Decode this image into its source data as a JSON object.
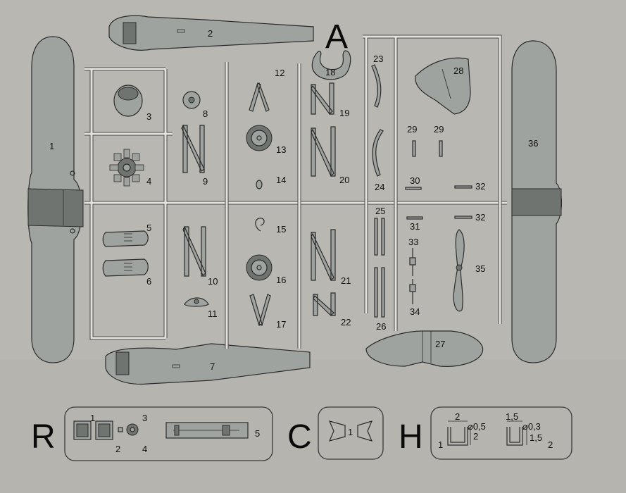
{
  "sheet_letter": "A",
  "parts": {
    "p1": "1",
    "p2": "2",
    "p3": "3",
    "p4": "4",
    "p5": "5",
    "p6": "6",
    "p7": "7",
    "p8": "8",
    "p9": "9",
    "p10": "10",
    "p11": "11",
    "p12": "12",
    "p13": "13",
    "p14": "14",
    "p15": "15",
    "p16": "16",
    "p17": "17",
    "p18": "18",
    "p19": "19",
    "p20": "20",
    "p21": "21",
    "p22": "22",
    "p23": "23",
    "p24": "24",
    "p25": "25",
    "p26": "26",
    "p27": "27",
    "p28": "28",
    "p29a": "29",
    "p29b": "29",
    "p30": "30",
    "p31": "31",
    "p32a": "32",
    "p32b": "32",
    "p33": "33",
    "p34": "34",
    "p35": "35",
    "p36": "36"
  },
  "box_r": {
    "letter": "R",
    "n1": "1",
    "n2": "2",
    "n3": "3",
    "n4": "4",
    "n5": "5"
  },
  "box_c": {
    "letter": "C",
    "n1": "1"
  },
  "box_h": {
    "letter": "H",
    "n1": "1",
    "n2": "2",
    "dim_a_width": "2",
    "dim_a_dia": "⌀0,5",
    "dim_a_height": "2",
    "dim_b_width": "1,5",
    "dim_b_dia": "⌀0,3",
    "dim_b_height": "1,5"
  }
}
